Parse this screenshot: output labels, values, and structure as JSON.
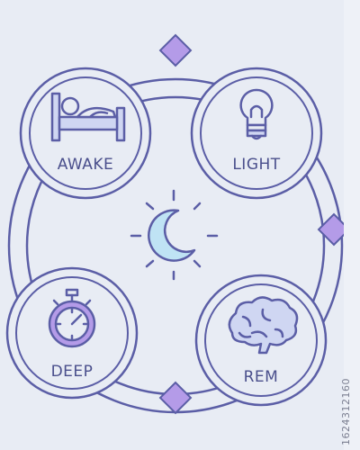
{
  "stages": [
    {
      "id": "awake",
      "label": "AWAKE",
      "icon": "bed-icon"
    },
    {
      "id": "light",
      "label": "LIGHT",
      "icon": "lightbulb-icon"
    },
    {
      "id": "deep",
      "label": "DEEP",
      "icon": "stopwatch-icon"
    },
    {
      "id": "rem",
      "label": "REM",
      "icon": "brain-icon"
    }
  ],
  "center_icon": "sun-moon-icon",
  "stock_id": "1624312160",
  "colors": {
    "background": "#e8ecf4",
    "line": "#5b5ea6",
    "fill_light": "#cfd6f2",
    "accent_purple": "#b49be8",
    "moon_fill": "#bfe3f4"
  }
}
